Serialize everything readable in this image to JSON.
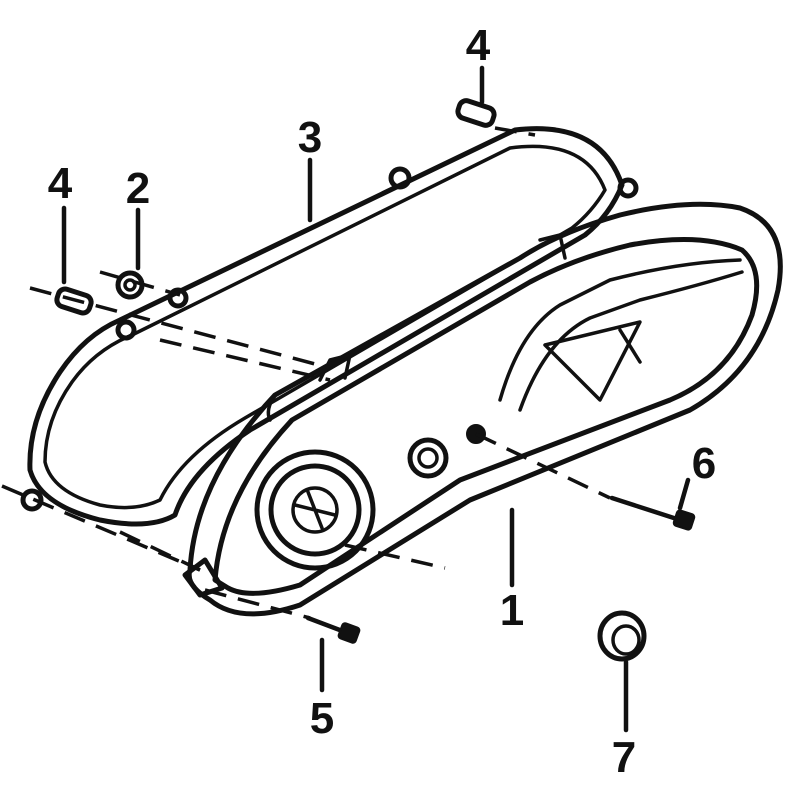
{
  "diagram": {
    "callouts": [
      {
        "id": "1",
        "label": "1"
      },
      {
        "id": "2",
        "label": "2"
      },
      {
        "id": "3",
        "label": "3"
      },
      {
        "id": "4a",
        "label": "4"
      },
      {
        "id": "4b",
        "label": "4"
      },
      {
        "id": "5",
        "label": "5"
      },
      {
        "id": "6",
        "label": "6"
      },
      {
        "id": "7",
        "label": "7"
      }
    ]
  }
}
